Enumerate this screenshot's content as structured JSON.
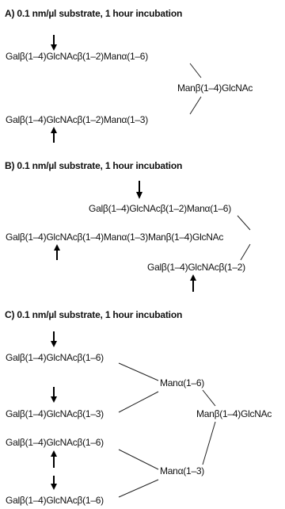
{
  "panels": {
    "a": {
      "title": "A) 0.1 nm/µl substrate, 1 hour incubation",
      "branch_upper": "Galβ(1–4)GlcNAcβ(1–2)Manα(1–6)",
      "core": "Manβ(1–4)GlcNAc",
      "branch_lower": "Galβ(1–4)GlcNAcβ(1–2)Manα(1–3)"
    },
    "b": {
      "title": "B) 0.1 nm/µl substrate, 1 hour incubation",
      "branch_top": "Galβ(1–4)GlcNAcβ(1–2)Manα(1–6)",
      "branch_middle": "Galβ(1–4)GlcNAcβ(1–4)Manα(1–3)Manβ(1–4)GlcNAc",
      "branch_bottom": "Galβ(1–4)GlcNAcβ(1–2)"
    },
    "c": {
      "title": "C) 0.1 nm/µl substrate, 1 hour incubation",
      "antenna_1": "Galβ(1–4)GlcNAcβ(1–6)",
      "mannose_upper": "Manα(1–6)",
      "antenna_2": "Galβ(1–4)GlcNAcβ(1–3)",
      "core": "Manβ(1–4)GlcNAc",
      "antenna_3": "Galβ(1–4)GlcNAcβ(1–6)",
      "mannose_lower": "Manα(1–3)",
      "antenna_4": "Galβ(1–4)GlcNAcβ(1–6)"
    }
  }
}
